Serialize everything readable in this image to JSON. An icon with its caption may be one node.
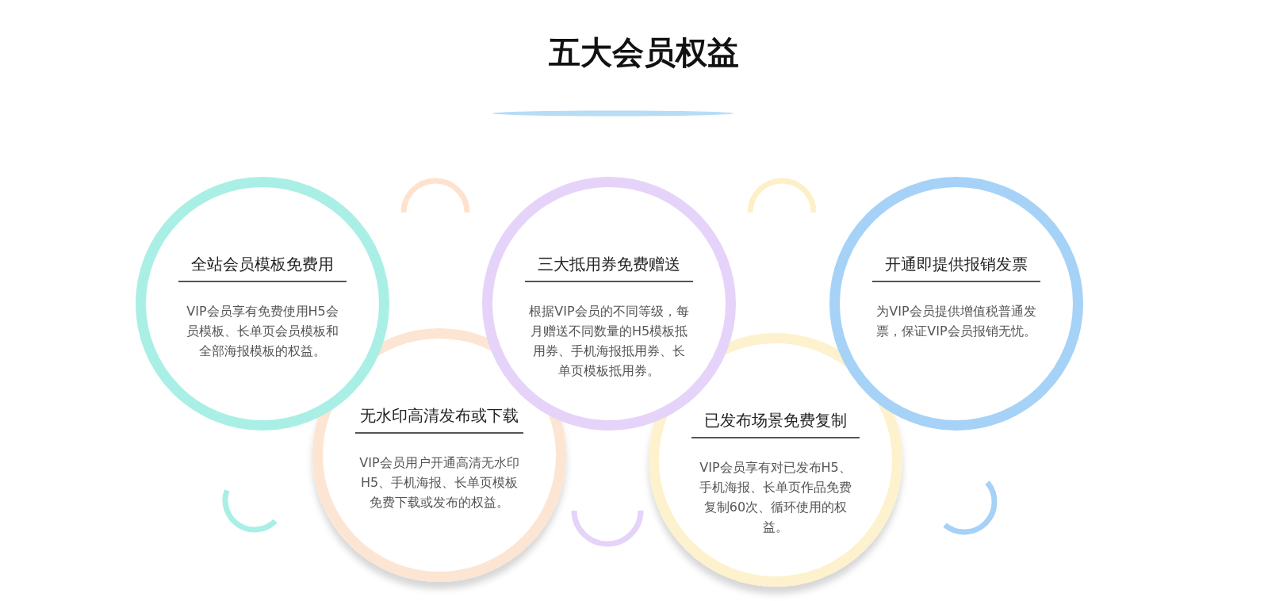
{
  "diagram": {
    "title": "五大会员权益",
    "nodes": [
      {
        "text": [
          "全站会员模板免费用",
          "VIP会员享有免费使用H5会员模板、长单页会员模板和全部海报模板的权益。"
        ]
      },
      {
        "text": [
          "无水印高清发布或下载",
          "VIP会员用户开通高清无水印H5、手机海报、长单页模板免费下载或发布的权益。"
        ]
      },
      {
        "text": [
          "三大抵用券免费赠送",
          "根据VIP会员的不同等级，每月赠送不同数量的H5模板抵用券、手机海报抵用券、长单页模板抵用券。"
        ]
      },
      {
        "text": [
          "已发布场景免费复制",
          "VIP会员享有对已发布H5、手机海报、长单页作品免费复制60次、循环使用的权益。"
        ]
      },
      {
        "text": [
          "开通即提供报销发票",
          "为VIP会员提供增值税普通发票，保证VIP会员报销无忧。"
        ]
      }
    ]
  }
}
